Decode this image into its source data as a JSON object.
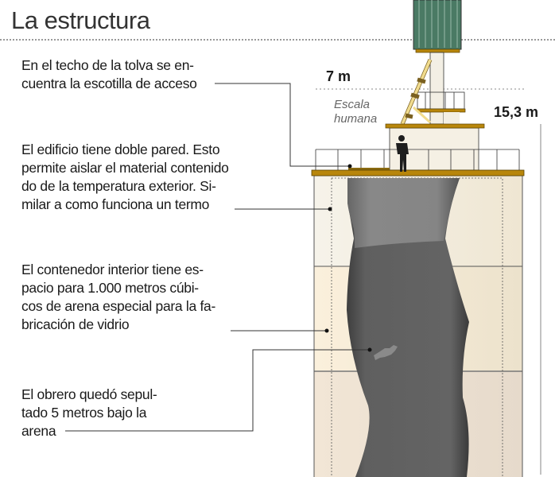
{
  "title": "La estructura",
  "notes": [
    "En el techo de la tolva se en-\ncuentra la escotilla de acceso",
    "El edificio tiene doble pared. Esto\npermite aislar el material contenido\ndo de la temperatura exterior. Si-\nmilar a como funciona un termo",
    "El contenedor interior tiene es-\npacio para 1.000 metros cúbi-\ncos de arena especial para la fa-\nbricación de vidrio",
    "El obrero quedó sepul-\ntado 5 metros bajo la\narena"
  ],
  "width_label": "7 m",
  "height_label": "15,3 m",
  "scale_label": "Escala\nhumana",
  "colors": {
    "beam": "#b8860b",
    "wall": "#f5f0e4",
    "tower": "#4a7a64",
    "sand": "#606060"
  }
}
